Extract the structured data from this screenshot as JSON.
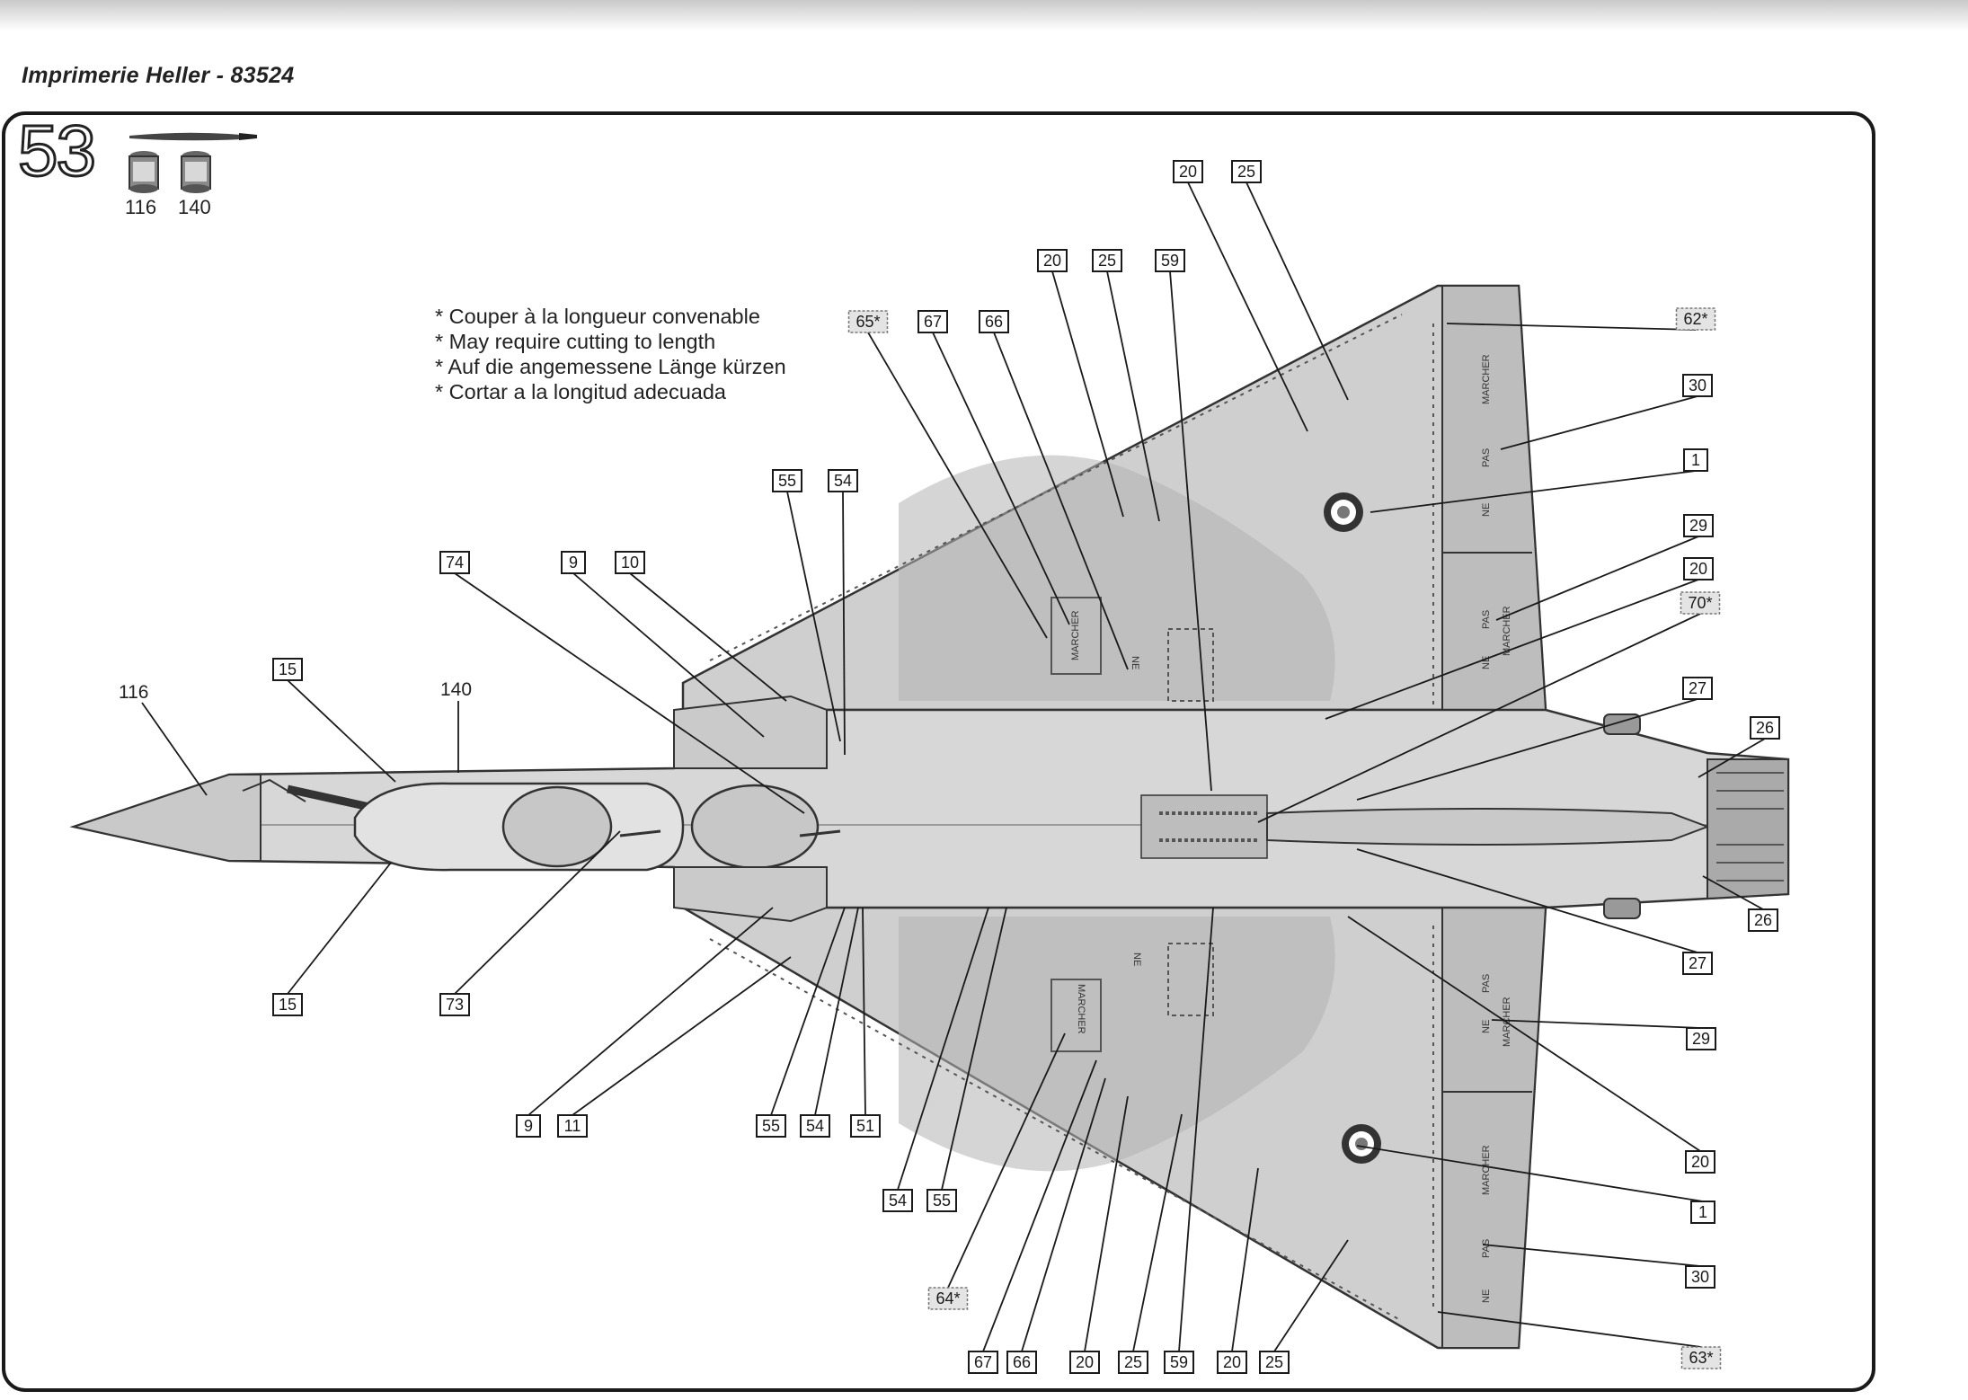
{
  "header": {
    "text": "Imprimerie Heller - 83524"
  },
  "step": {
    "number": "53"
  },
  "paints": [
    {
      "code": "116"
    },
    {
      "code": "140"
    }
  ],
  "notes": [
    "* Couper à la longueur convenable",
    "* May require cutting to length",
    "* Auf die angemessene Länge kürzen",
    "* Cortar a la longitud adecuada"
  ],
  "paint_callouts": {
    "nose": "116",
    "fuselage": "140"
  },
  "stencils": {
    "walk": [
      "MARCHER",
      "PAS",
      "NE"
    ],
    "walk_alt": [
      "NE",
      "PAS",
      "MARCHER"
    ]
  },
  "callouts": [
    {
      "label": "20"
    },
    {
      "label": "25"
    },
    {
      "label": "20"
    },
    {
      "label": "25"
    },
    {
      "label": "59"
    },
    {
      "label": "65*"
    },
    {
      "label": "67"
    },
    {
      "label": "66"
    },
    {
      "label": "62*"
    },
    {
      "label": "30"
    },
    {
      "label": "1"
    },
    {
      "label": "55"
    },
    {
      "label": "54"
    },
    {
      "label": "74"
    },
    {
      "label": "9"
    },
    {
      "label": "10"
    },
    {
      "label": "29"
    },
    {
      "label": "20"
    },
    {
      "label": "70*"
    },
    {
      "label": "15"
    },
    {
      "label": "27"
    },
    {
      "label": "26"
    },
    {
      "label": "26"
    },
    {
      "label": "27"
    },
    {
      "label": "15"
    },
    {
      "label": "73"
    },
    {
      "label": "29"
    },
    {
      "label": "9"
    },
    {
      "label": "11"
    },
    {
      "label": "55"
    },
    {
      "label": "54"
    },
    {
      "label": "51"
    },
    {
      "label": "20"
    },
    {
      "label": "54"
    },
    {
      "label": "55"
    },
    {
      "label": "1"
    },
    {
      "label": "30"
    },
    {
      "label": "64*"
    },
    {
      "label": "63*"
    },
    {
      "label": "67"
    },
    {
      "label": "66"
    },
    {
      "label": "20"
    },
    {
      "label": "25"
    },
    {
      "label": "59"
    },
    {
      "label": "20"
    },
    {
      "label": "25"
    }
  ]
}
